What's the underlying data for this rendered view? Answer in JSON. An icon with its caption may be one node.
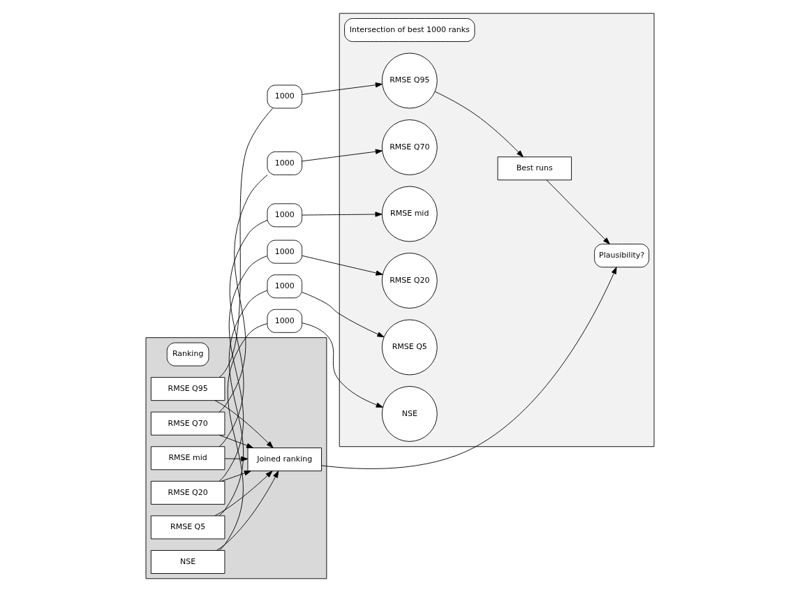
{
  "diagram": {
    "nodes": [
      {
        "text": [],
        "shape": "box"
      },
      {
        "text": [
          "Ranking"
        ],
        "in": 0
      },
      {
        "text": [
          "RMSE Q95"
        ],
        "in": 0
      },
      {
        "text": [
          "RMSE Q70"
        ],
        "in": 0
      },
      {
        "text": [
          "RMSE mid"
        ],
        "in": 0
      },
      {
        "text": [
          "RMSE Q20"
        ],
        "in": 0
      },
      {
        "text": [
          "RMSE Q5"
        ],
        "in": 0
      },
      {
        "text": [
          "NSE"
        ],
        "in": 0
      },
      {
        "text": [
          "Joined ranking"
        ],
        "in": 0
      },
      {
        "text": [],
        "shape": "box"
      },
      {
        "text": [
          "Intersection of best 1000 ranks"
        ],
        "in": 9
      },
      {
        "text": [
          "1000"
        ]
      },
      {
        "text": [
          "1000"
        ]
      },
      {
        "text": [
          "1000"
        ]
      },
      {
        "text": [
          "1000"
        ]
      },
      {
        "text": [
          "1000"
        ]
      },
      {
        "text": [
          "1000"
        ]
      },
      {
        "text": [
          "RMSE Q95"
        ],
        "in": 9
      },
      {
        "text": [
          "RMSE Q70"
        ],
        "in": 9
      },
      {
        "text": [
          "RMSE mid"
        ],
        "in": 9
      },
      {
        "text": [
          "RMSE Q20"
        ],
        "in": 9
      },
      {
        "text": [
          "RMSE Q5"
        ],
        "in": 9
      },
      {
        "text": [
          "NSE"
        ],
        "in": 9
      },
      {
        "text": [
          "Best runs"
        ],
        "in": 9
      },
      {
        "text": [
          "Plausibility?"
        ],
        "in": 9
      }
    ],
    "edges": [
      {
        "from": 2,
        "to": 11,
        "arrow": "none"
      },
      {
        "from": 11,
        "to": 17,
        "arrow": "to"
      },
      {
        "from": 3,
        "to": 12,
        "arrow": "none"
      },
      {
        "from": 12,
        "to": 18,
        "arrow": "to"
      },
      {
        "from": 4,
        "to": 13,
        "arrow": "none"
      },
      {
        "from": 13,
        "to": 19,
        "arrow": "to"
      },
      {
        "from": 5,
        "to": 14,
        "arrow": "none"
      },
      {
        "from": 14,
        "to": 20,
        "arrow": "to"
      },
      {
        "from": 6,
        "to": 15,
        "arrow": "none"
      },
      {
        "from": 15,
        "to": 21,
        "arrow": "to"
      },
      {
        "from": 7,
        "to": 16,
        "arrow": "none"
      },
      {
        "from": 16,
        "to": 22,
        "arrow": "to"
      },
      {
        "from": 2,
        "to": 8,
        "arrow": "to"
      },
      {
        "from": 3,
        "to": 8,
        "arrow": "to"
      },
      {
        "from": 4,
        "to": 8,
        "arrow": "to"
      },
      {
        "from": 5,
        "to": 8,
        "arrow": "to"
      },
      {
        "from": 6,
        "to": 8,
        "arrow": "to"
      },
      {
        "from": 7,
        "to": 8,
        "arrow": "to"
      },
      {
        "from": 17,
        "to": 23,
        "arrow": "to"
      },
      {
        "from": 8,
        "to": 24,
        "arrow": "to"
      },
      {
        "from": 23,
        "to": 24,
        "arrow": "to"
      }
    ]
  }
}
